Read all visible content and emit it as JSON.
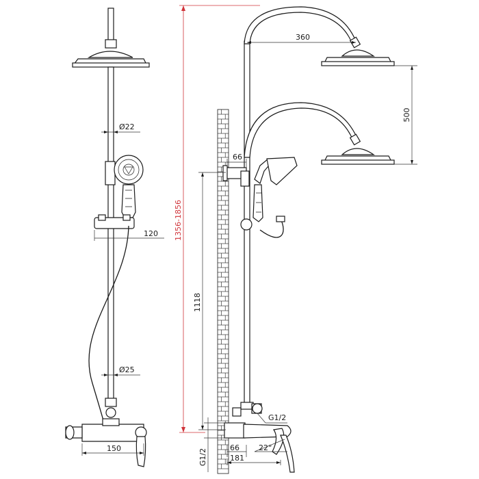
{
  "dimensions": {
    "rain_head_arm": "360",
    "head_drop": "500",
    "total_height": "1356-1856",
    "wall_offset_top": "66",
    "outlet_height": "1118",
    "wall_offset_bottom": "66",
    "spout_length": "181",
    "spout_angle": "22°",
    "inlet_thread_top": "G1/2",
    "inlet_thread_bottom": "G1/2",
    "riser_diameter": "Ø22",
    "lower_diameter": "Ø25",
    "slide_offset": "120",
    "mixer_width": "150"
  }
}
